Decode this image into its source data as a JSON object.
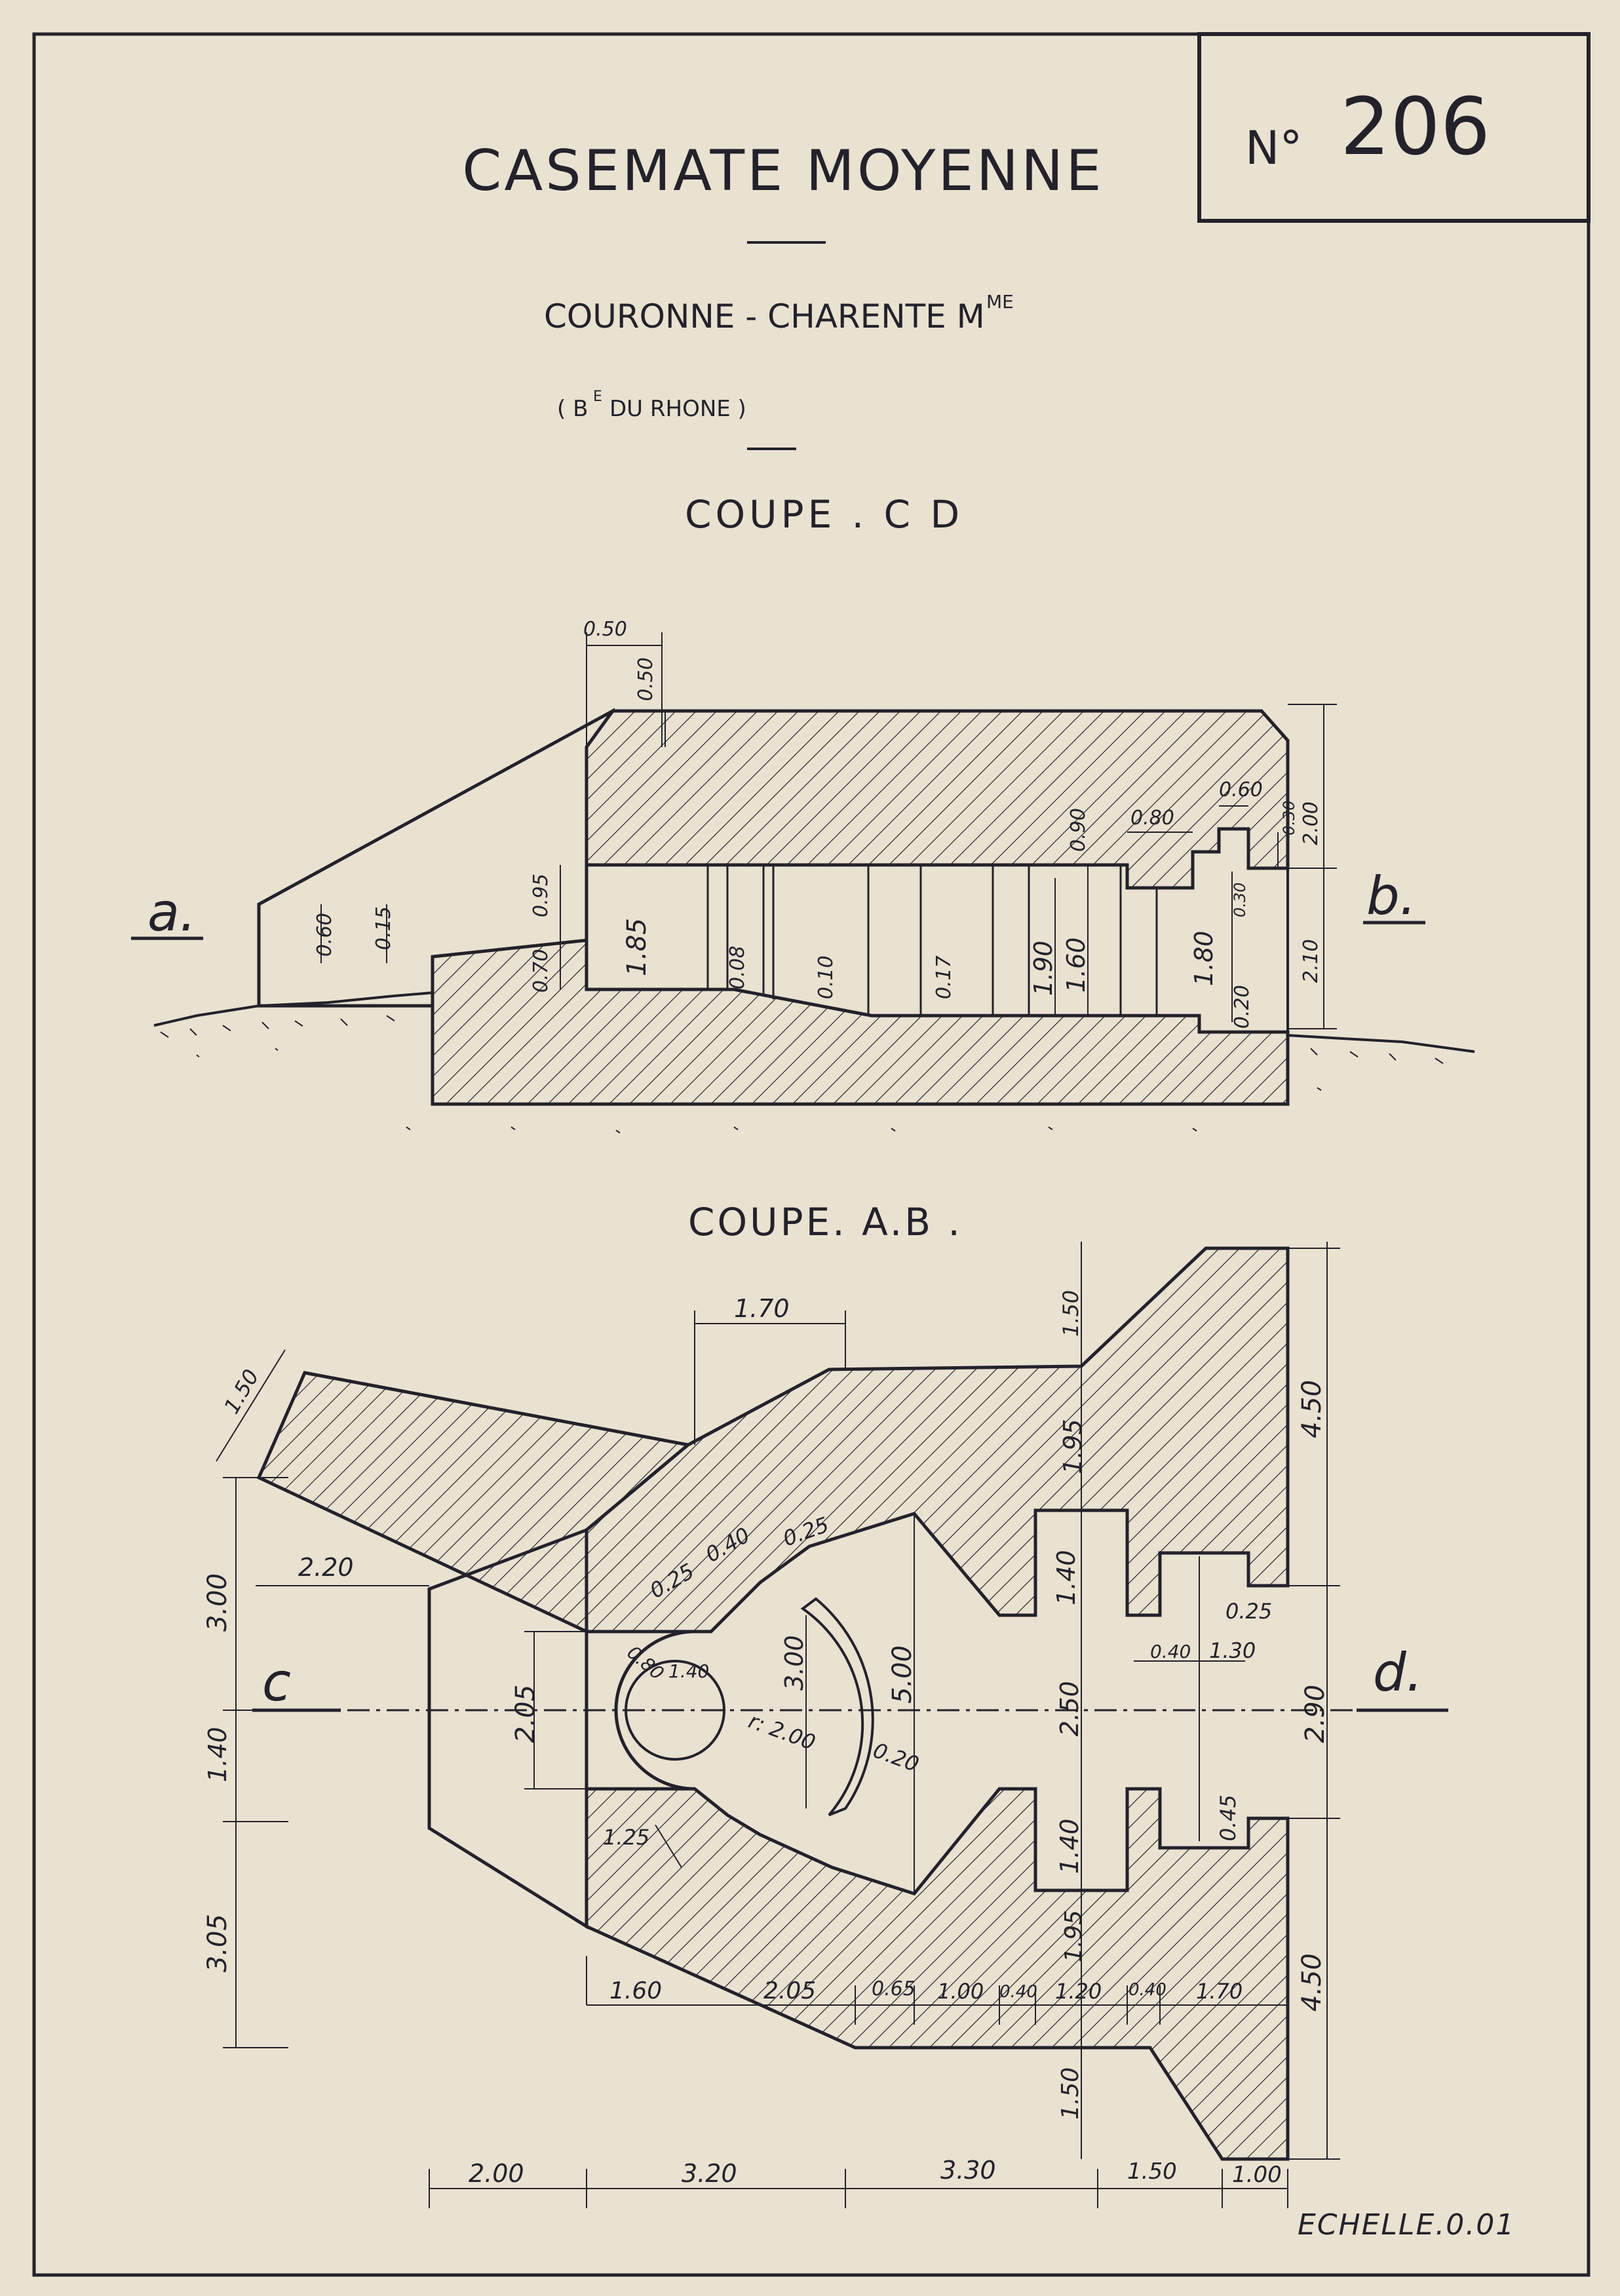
{
  "title": "CASEMATE MOYENNE",
  "number_prefix": "N°",
  "number": "206",
  "location": "COURONNE - CHARENTE M",
  "location_sup": "ME",
  "subloc_open": "( B",
  "subloc_sup": "E",
  "subloc_rest": "DU RHONE )",
  "section_cd": "COUPE . C D",
  "section_ab": "COUPE. A.B .",
  "scale": "ECHELLE.0.01",
  "cut_labels": {
    "a": "a.",
    "b": "b.",
    "c": "c",
    "d": "d."
  },
  "dims_cd": {
    "top_width": "0.50",
    "top_height": "0.50",
    "d_060": "0.60",
    "d_015": "0.15",
    "d_095": "0.95",
    "d_070": "0.70",
    "d_185": "1.85",
    "d_008": "0.08",
    "d_010": "0.10",
    "d_017": "0.17",
    "d_190": "1.90",
    "d_160": "1.60",
    "d_090": "0.90",
    "d_080": "0.80",
    "d_060b": "0.60",
    "d_030": "0.30",
    "d_200": "2.00",
    "d_180": "1.80",
    "d_030b": "0.30",
    "d_020": "0.20",
    "d_210": "2.10"
  },
  "dims_ab": {
    "d_150a": "1.50",
    "d_170": "1.70",
    "d_150b": "1.50",
    "d_195a": "1.95",
    "d_450a": "4.50",
    "d_300a": "3.00",
    "d_220": "2.20",
    "d_025a": "0.25",
    "d_040": "0.40",
    "d_025b": "0.25",
    "d_140a": "1.40",
    "d_025c": "0.25",
    "d_040b": "0.40",
    "d_130": "1.30",
    "d_290": "2.90",
    "d_205": "2.05",
    "d_080": "0.80",
    "d_140c": "1.40",
    "d_300b": "3.00",
    "d_500": "5.00",
    "d_r200": "r: 2.00",
    "d_020": "0.20",
    "d_250": "2.50",
    "d_140b": "1.40",
    "d_305": "3.05",
    "d_125": "1.25",
    "d_045": "0.45",
    "d_140d": "1.40",
    "d_195b": "1.95",
    "d_450b": "4.50",
    "d_160": "1.60",
    "d_205b": "2.05",
    "d_065": "0.65",
    "d_100": "1.00",
    "d_040c": "0.40",
    "d_120": "1.20",
    "d_040d": "0.40",
    "d_170b": "1.70",
    "d_150c": "1.50",
    "d_200": "2.00",
    "d_320": "3.20",
    "d_330": "3.30",
    "d_150d": "1.50",
    "d_100b": "1.00"
  }
}
